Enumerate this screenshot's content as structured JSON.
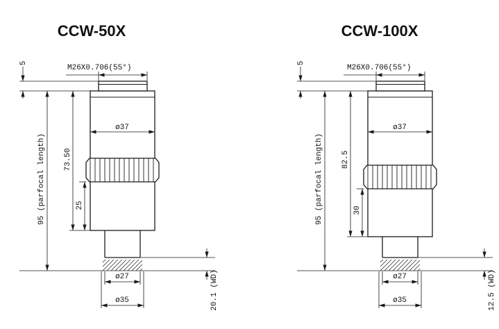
{
  "figure": {
    "background": "#ffffff",
    "line_color": "#1a1a1a"
  },
  "panels": [
    {
      "title": "CCW-50X",
      "thread_label": "M26X0.706(55°)",
      "dims": {
        "thread_height": "5",
        "parfocal": "95 (parfocal length)",
        "body_length": "73.50",
        "lower_length": "25",
        "body_dia": "ø37",
        "tip_dia": "ø27",
        "nose_dia": "ø35",
        "working_distance": "20.1 (WD)"
      }
    },
    {
      "title": "CCW-100X",
      "thread_label": "M26X0.706(55°)",
      "dims": {
        "thread_height": "5",
        "parfocal": "95 (parfocal length)",
        "body_length": "82.5",
        "lower_length": "30",
        "body_dia": "ø37",
        "tip_dia": "ø27",
        "nose_dia": "ø35",
        "working_distance": "12.5 (WD)"
      }
    }
  ]
}
